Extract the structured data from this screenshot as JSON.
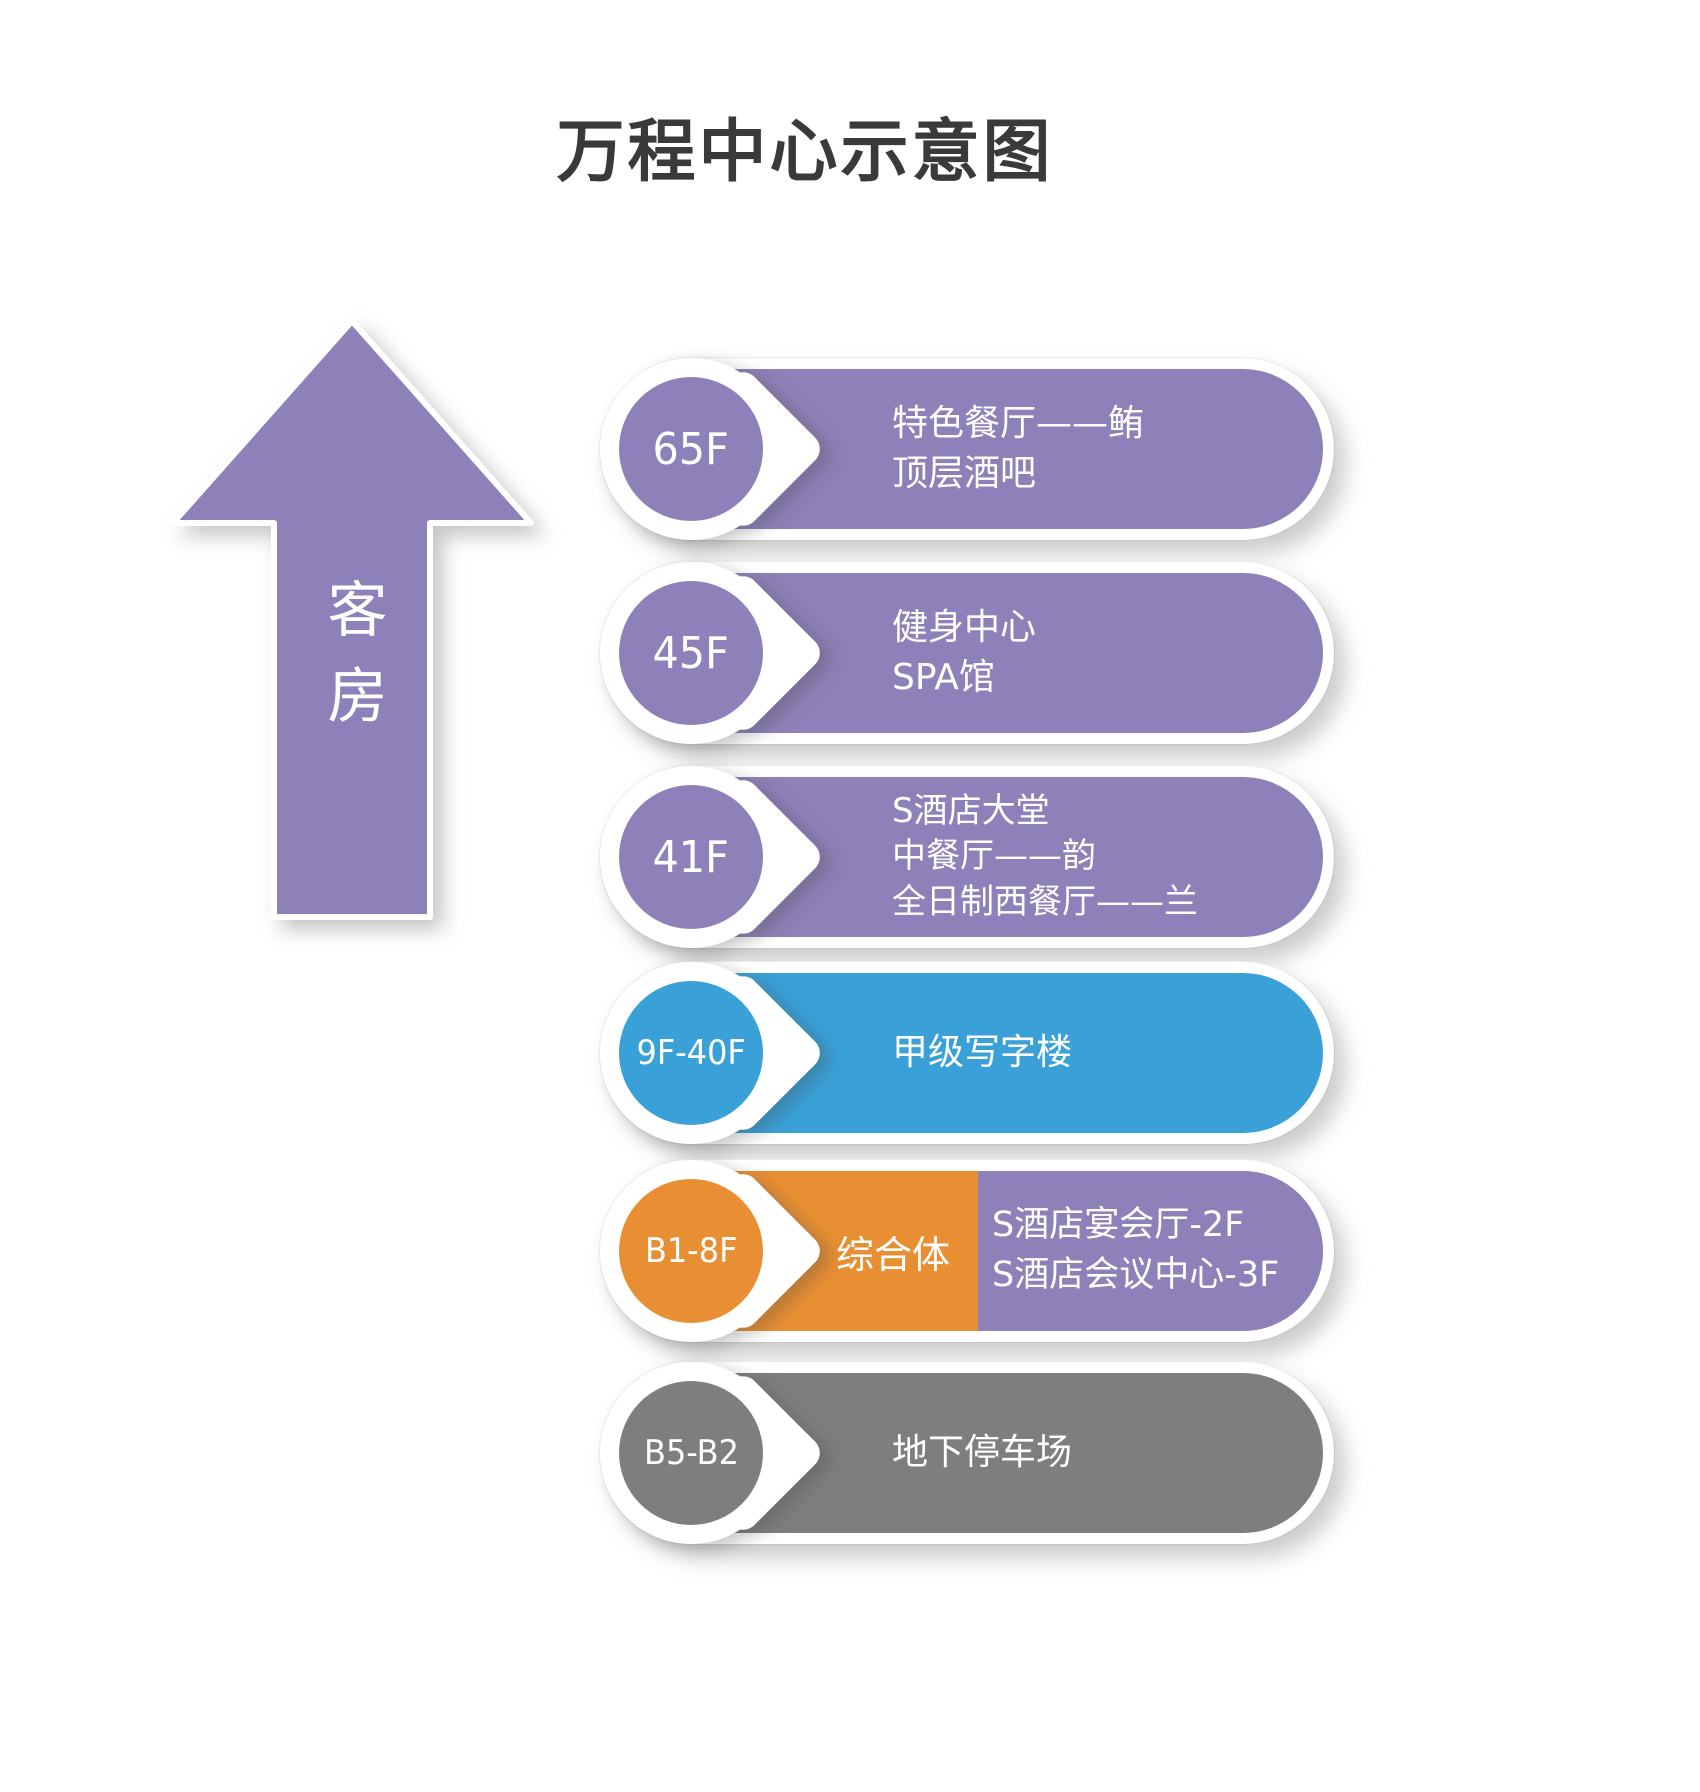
{
  "title": "万程中心示意图",
  "arrow": {
    "label": "客房",
    "color": "#8e80b8"
  },
  "rows": [
    {
      "floor": "65F",
      "color": "#8e80b8",
      "lines": [
        "特色餐厅——鲔",
        "顶层酒吧"
      ]
    },
    {
      "floor": "45F",
      "color": "#8e80b8",
      "lines": [
        "健身中心",
        "SPA馆"
      ]
    },
    {
      "floor": "41F",
      "color": "#8e80b8",
      "lines": [
        "S酒店大堂",
        "中餐厅——韵",
        "全日制西餐厅——兰"
      ]
    },
    {
      "floor": "9F-40F",
      "color": "#3aa0d8",
      "lines": [
        "甲级写字楼"
      ]
    },
    {
      "floor": "B1-8F",
      "color": "#e98f33",
      "label": "综合体",
      "sub": {
        "color": "#8e80b8",
        "lines": [
          "S酒店宴会厅-2F",
          "S酒店会议中心-3F"
        ]
      }
    },
    {
      "floor": "B5-B2",
      "color": "#7e7e7e",
      "lines": [
        "地下停车场"
      ]
    }
  ]
}
